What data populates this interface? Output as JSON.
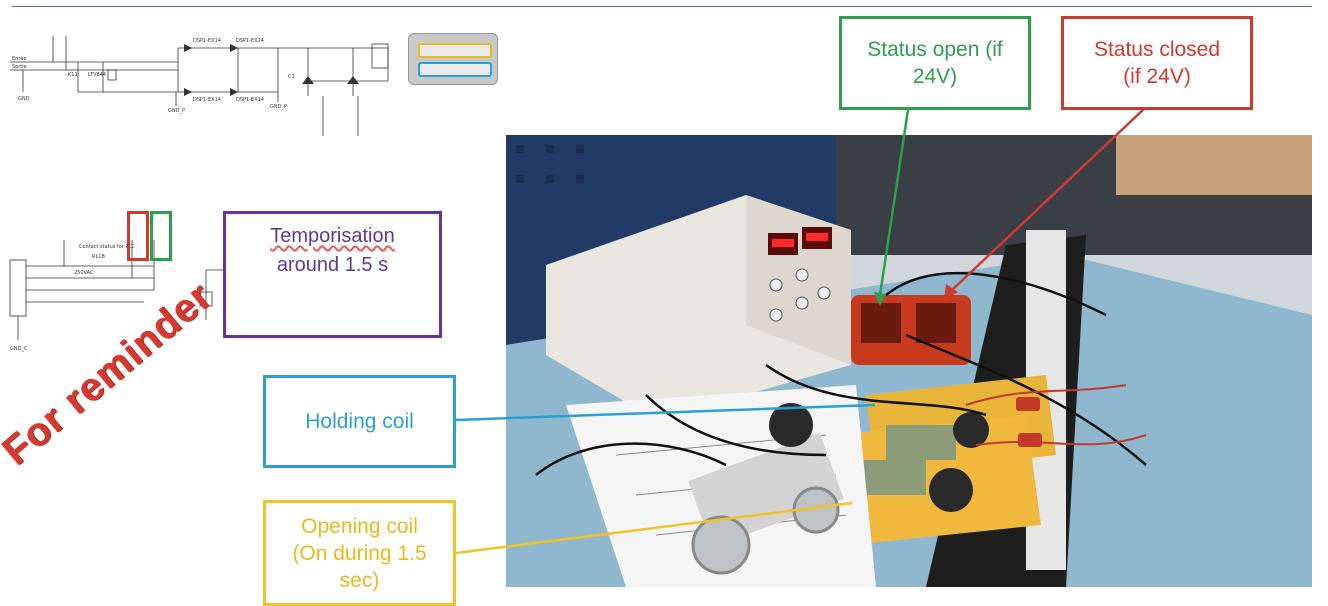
{
  "labels": {
    "temporisation_line1": "Temporisation",
    "temporisation_line2": "around 1.5 s",
    "reminder": "For reminder",
    "holding_coil": "Holding coil",
    "opening_coil_line1": "Opening coil",
    "opening_coil_line2": "(On during 1.5",
    "opening_coil_line3": "sec)",
    "status_open_line1": "Status open (if",
    "status_open_line2": "24V)",
    "status_closed_line1": "Status closed",
    "status_closed_line2": "(if 24V)"
  },
  "colors": {
    "purple": "#6b2fa0",
    "red": "#d0392f",
    "green": "#2d9e4a",
    "blue": "#2a9fd6",
    "yellow": "#f0c32a"
  }
}
